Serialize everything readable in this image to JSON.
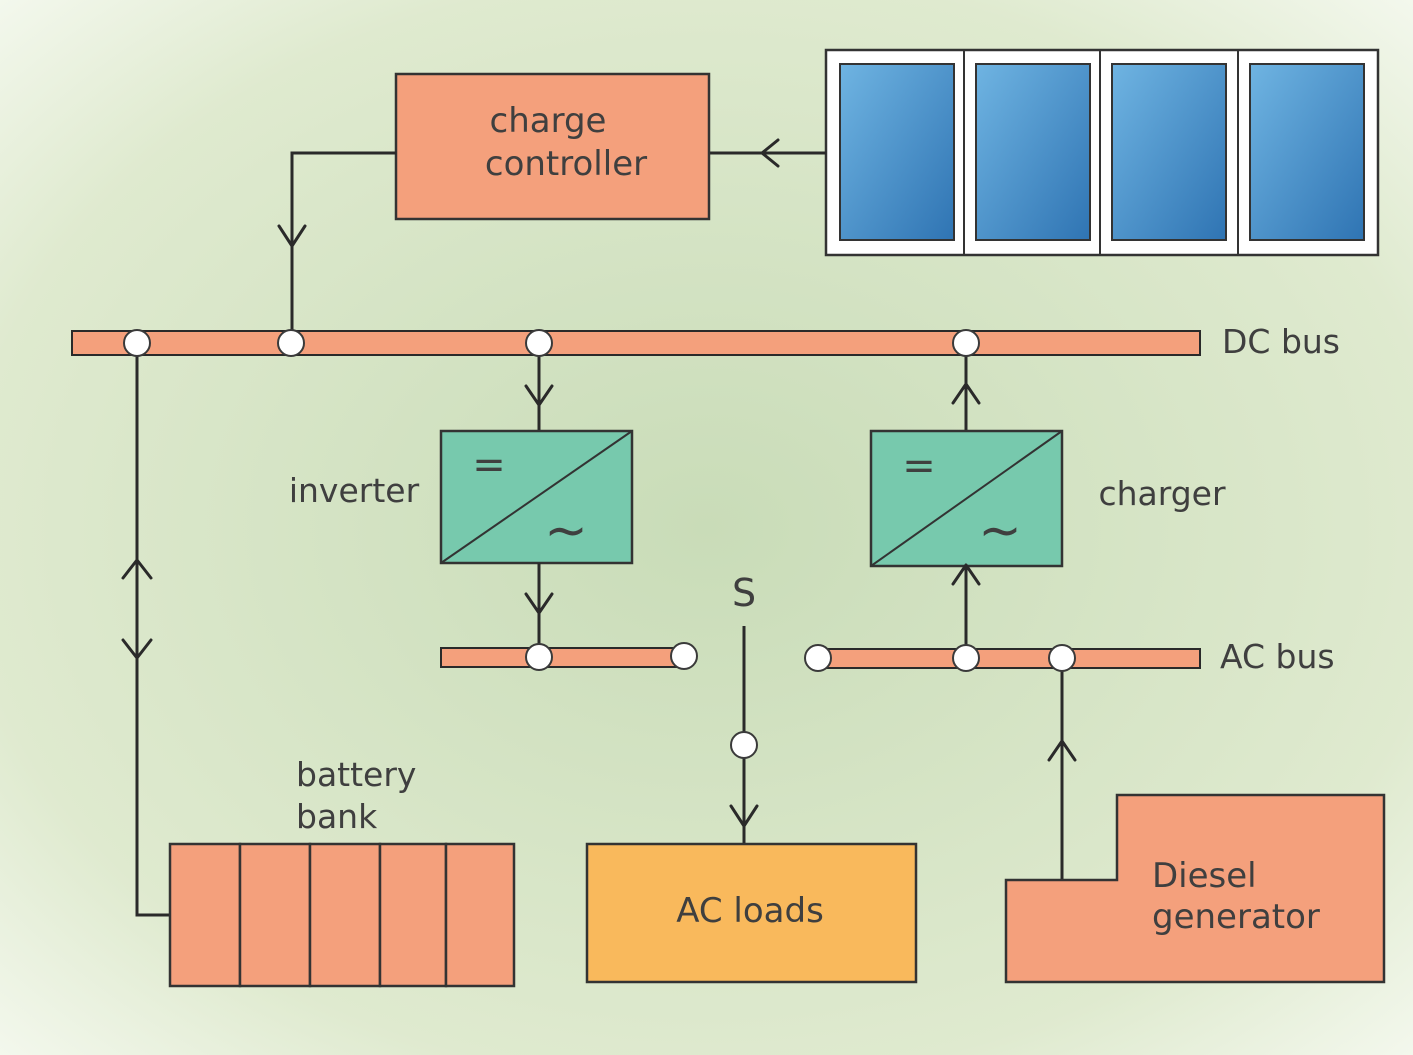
{
  "labels": {
    "charge_controller_line1": "charge",
    "charge_controller_line2": "controller",
    "dc_bus": "DC bus",
    "ac_bus": "AC bus",
    "inverter": "inverter",
    "charger": "charger",
    "switch": "S",
    "battery_line1": "battery",
    "battery_line2": "bank",
    "ac_loads": "AC loads",
    "diesel_line1": "Diesel",
    "diesel_line2": "generator"
  },
  "symbols": {
    "dc": "=",
    "ac": "~"
  },
  "colors": {
    "component": "#f4a07c",
    "converter": "#77c9ad",
    "load": "#f9b95c",
    "solar_panel": "#4a90c8",
    "background_center": "#d2e2c4"
  }
}
